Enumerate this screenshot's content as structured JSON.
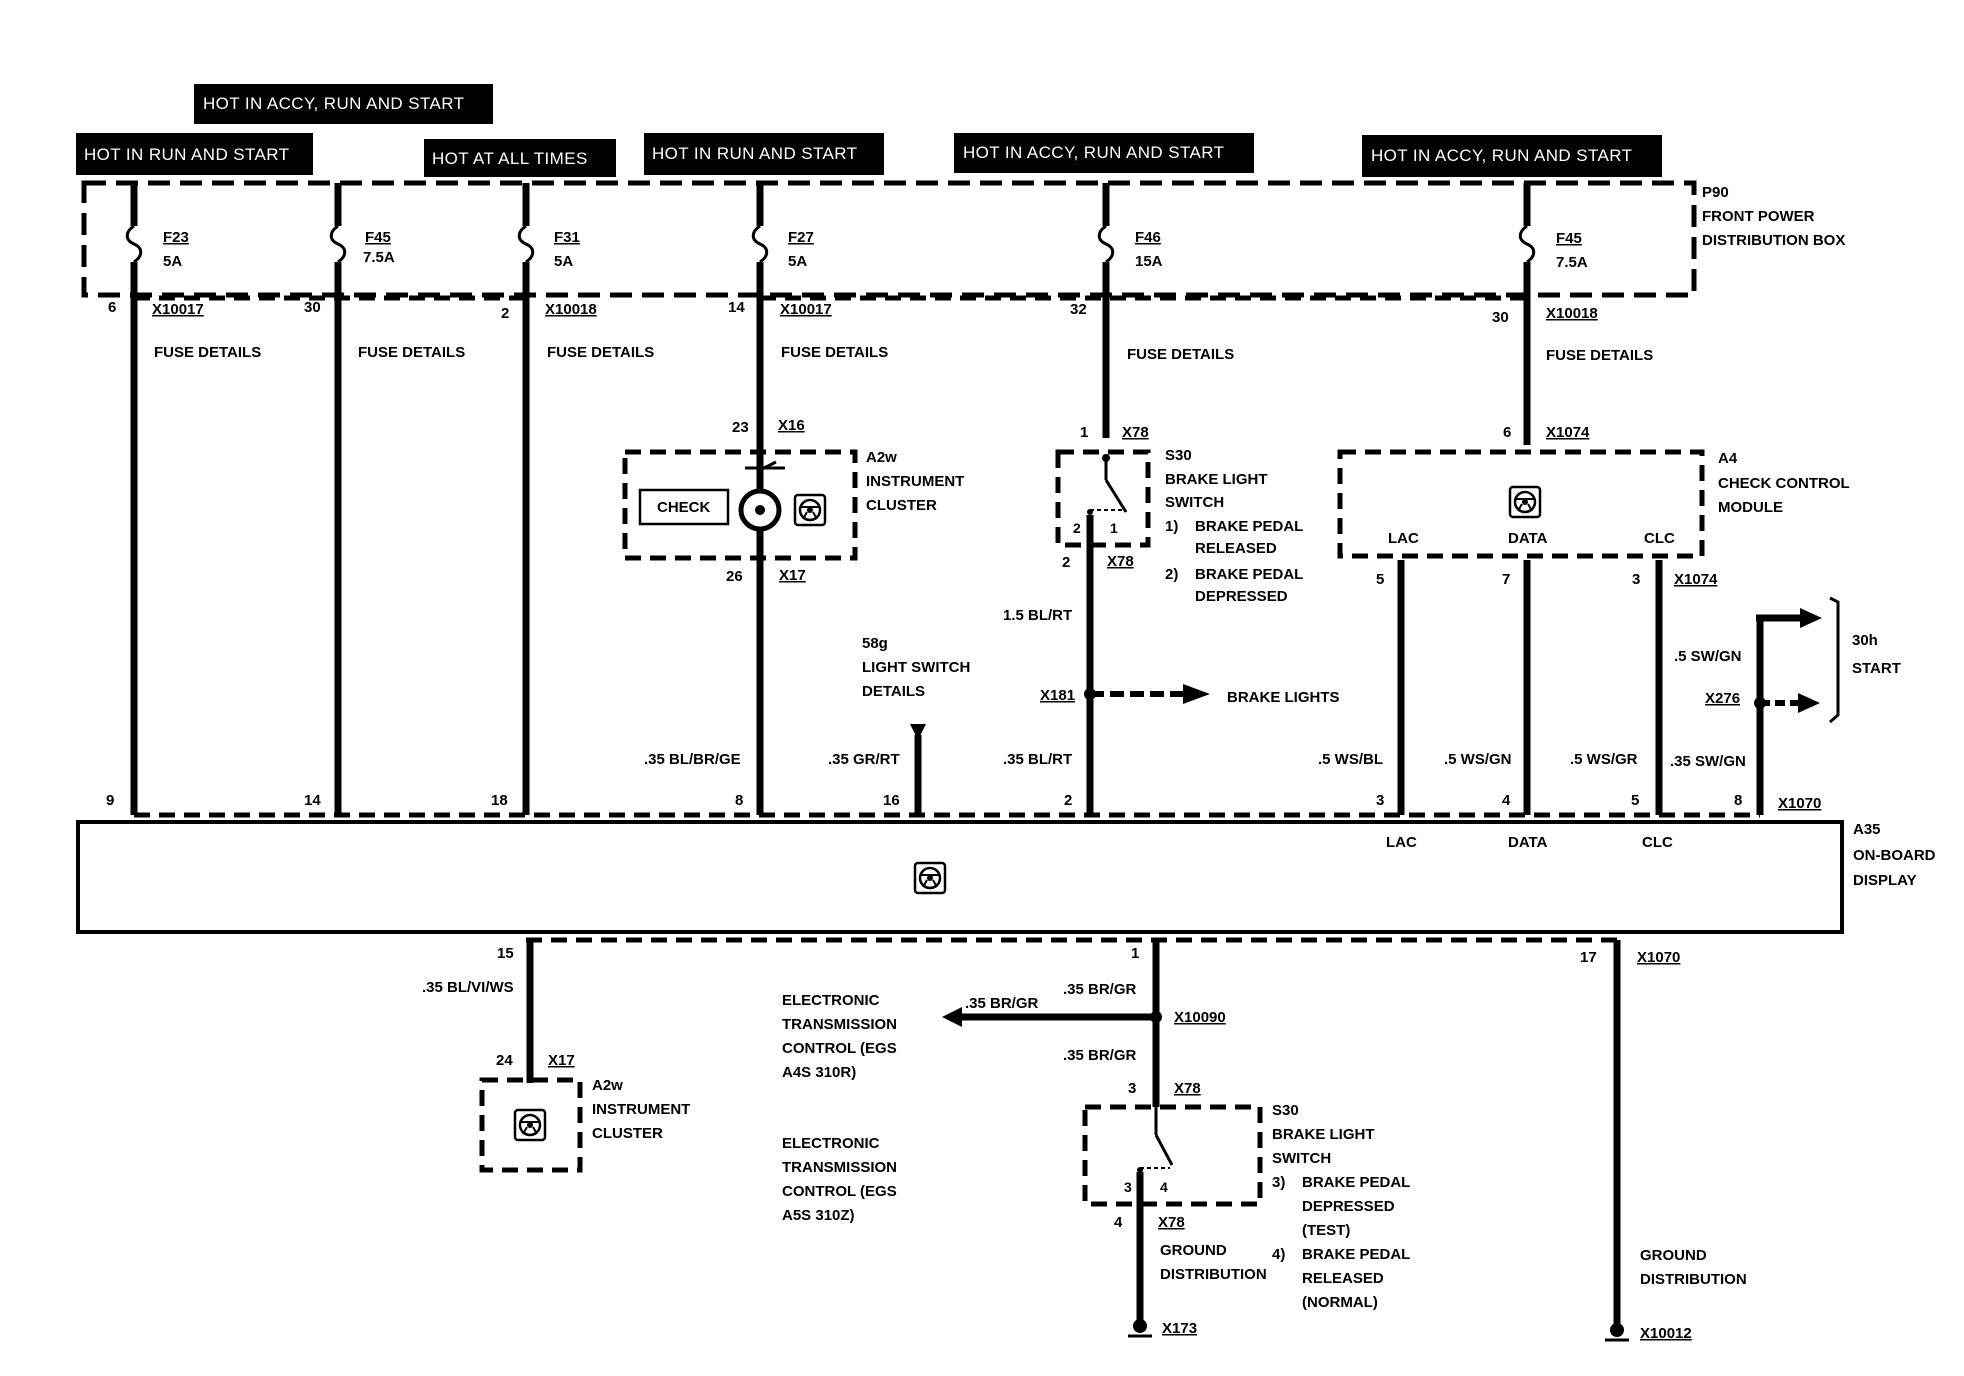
{
  "banners": {
    "b1": "HOT IN RUN AND START",
    "b2": "HOT IN ACCY, RUN AND START",
    "b3": "HOT AT ALL TIMES",
    "b4": "HOT IN RUN AND START",
    "b5": "HOT IN ACCY, RUN AND START",
    "b6": "HOT IN ACCY, RUN AND START"
  },
  "p90": {
    "id": "P90",
    "line1": "FRONT POWER",
    "line2": "DISTRIBUTION BOX"
  },
  "fuses": [
    {
      "name": "F23",
      "rating": "5A"
    },
    {
      "name": "F45",
      "rating": "7.5A"
    },
    {
      "name": "F31",
      "rating": "5A"
    },
    {
      "name": "F27",
      "rating": "5A"
    },
    {
      "name": "F46",
      "rating": "15A"
    },
    {
      "name": "F45",
      "rating": "7.5A"
    }
  ],
  "fuse_details": "FUSE DETAILS",
  "connectors": {
    "x10017": "X10017",
    "x10018": "X10018",
    "x16": "X16",
    "x17": "X17",
    "x78": "X78",
    "x1074": "X1074",
    "x181": "X181",
    "x276": "X276",
    "x1070": "X1070",
    "x10090": "X10090",
    "x173": "X173",
    "x10012": "X10012"
  },
  "pins": {
    "p6": "6",
    "p30": "30",
    "p2": "2",
    "p14": "14",
    "p32": "32",
    "p30b": "30",
    "p23": "23",
    "p26": "26",
    "p1": "1",
    "p2b": "2",
    "p6b": "6",
    "p5": "5",
    "p7": "7",
    "p3": "3",
    "s30a": "2",
    "s30b": "1",
    "a9": "9",
    "a14": "14",
    "a18": "18",
    "a8": "8",
    "a16": "16",
    "a2": "2",
    "a3": "3",
    "a4": "4",
    "a5": "5",
    "a8b": "8",
    "b15": "15",
    "b1": "1",
    "b17": "17",
    "b24": "24",
    "c3": "3",
    "c4": "4",
    "c3i": "3",
    "c4i": "4"
  },
  "a2w": {
    "id": "A2w",
    "line1": "INSTRUMENT",
    "line2": "CLUSTER",
    "check": "CHECK"
  },
  "s30": {
    "id": "S30",
    "line1": "BRAKE LIGHT",
    "line2": "SWITCH",
    "n1": "1)",
    "n1a": "BRAKE PEDAL",
    "n1b": "RELEASED",
    "n2": "2)",
    "n2a": "BRAKE PEDAL",
    "n2b": "DEPRESSED"
  },
  "a4": {
    "id": "A4",
    "line1": "CHECK CONTROL",
    "line2": "MODULE",
    "lac": "LAC",
    "data": "DATA",
    "clc": "CLC"
  },
  "light_switch": {
    "id": "58g",
    "line1": "LIGHT SWITCH",
    "line2": "DETAILS"
  },
  "brake_lights": "BRAKE LIGHTS",
  "start": {
    "id": "30h",
    "label": "START"
  },
  "wires": {
    "w15blrt": "1.5 BL/RT",
    "w35blbrge": ".35 BL/BR/GE",
    "w35grrt": ".35 GR/RT",
    "w35blrt": ".35 BL/RT",
    "w5wsbl": ".5 WS/BL",
    "w5wsgn": ".5 WS/GN",
    "w5wsgr": ".5 WS/GR",
    "w35swgn": ".35 SW/GN",
    "w5swgn": ".5 SW/GN",
    "w35blviws": ".35 BL/VI/WS",
    "w35brgr1": ".35 BR/GR",
    "w35brgr2": ".35 BR/GR",
    "w35brgr3": ".35 BR/GR"
  },
  "a35": {
    "id": "A35",
    "line1": "ON-BOARD",
    "line2": "DISPLAY",
    "lac": "LAC",
    "data": "DATA",
    "clc": "CLC"
  },
  "egs1": {
    "l1": "ELECTRONIC",
    "l2": "TRANSMISSION",
    "l3": "CONTROL (EGS",
    "l4": "A4S 310R)"
  },
  "egs2": {
    "l1": "ELECTRONIC",
    "l2": "TRANSMISSION",
    "l3": "CONTROL (EGS",
    "l4": "A5S 310Z)"
  },
  "s30b": {
    "id": "S30",
    "line1": "BRAKE LIGHT",
    "line2": "SWITCH",
    "n3": "3)",
    "n3a": "BRAKE PEDAL",
    "n3b": "DEPRESSED",
    "n3c": "(TEST)",
    "n4": "4)",
    "n4a": "BRAKE PEDAL",
    "n4b": "RELEASED",
    "n4c": "(NORMAL)"
  },
  "a2w_b": {
    "id": "A2w",
    "line1": "INSTRUMENT",
    "line2": "CLUSTER"
  },
  "ground1": {
    "l1": "GROUND",
    "l2": "DISTRIBUTION"
  },
  "ground2": {
    "l1": "GROUND",
    "l2": "DISTRIBUTION"
  }
}
